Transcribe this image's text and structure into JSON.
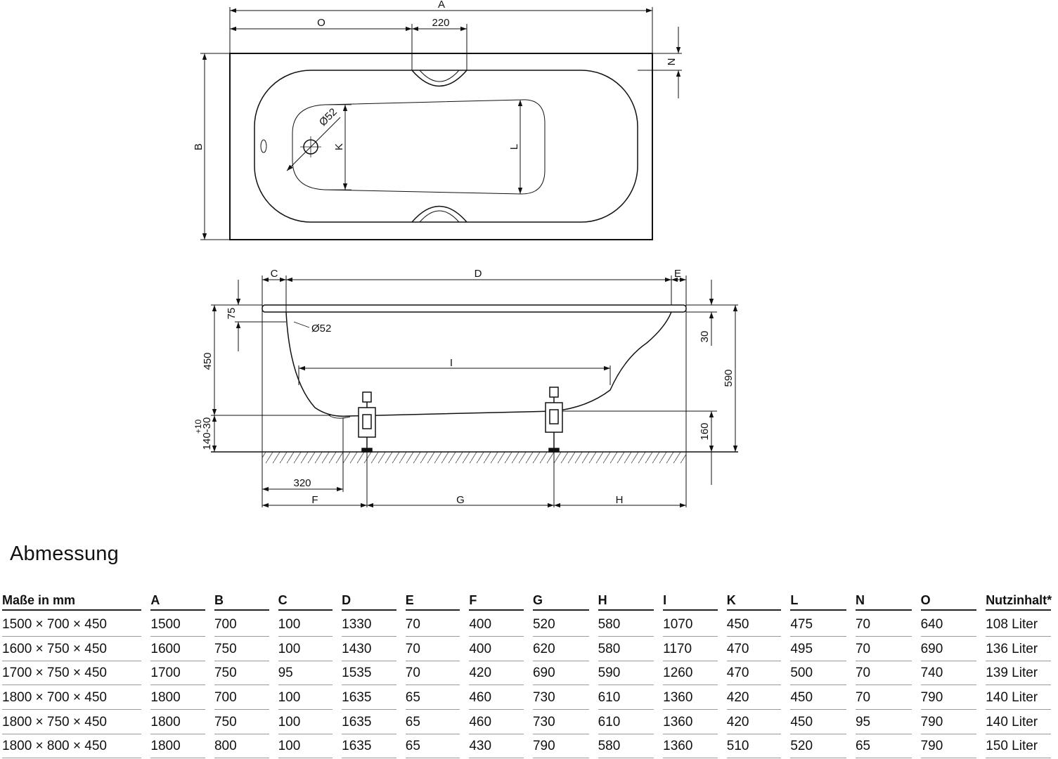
{
  "top_view": {
    "labels": {
      "A": "A",
      "O": "O",
      "hole_spacing": "220",
      "N": "N",
      "B": "B",
      "drain_dia": "Ø52",
      "K": "K",
      "L": "L"
    }
  },
  "side_view": {
    "labels": {
      "C": "C",
      "D": "D",
      "E": "E",
      "rim_75": "75",
      "overflow_dia": "Ø52",
      "depth_450": "450",
      "I": "I",
      "rim_30": "30",
      "total_590": "590",
      "adj_plus": "+10",
      "adj_range": "140-30",
      "foot_160": "160",
      "drain_offset_320": "320",
      "F": "F",
      "G": "G",
      "H": "H"
    }
  },
  "section_title": "Abmessung",
  "table": {
    "headers": [
      "Maße in mm",
      "A",
      "B",
      "C",
      "D",
      "E",
      "F",
      "G",
      "H",
      "I",
      "K",
      "L",
      "N",
      "O",
      "Nutzinhalt*"
    ],
    "rows": [
      [
        "1500 × 700 × 450",
        "1500",
        "700",
        "100",
        "1330",
        "70",
        "400",
        "520",
        "580",
        "1070",
        "450",
        "475",
        "70",
        "640",
        "108 Liter"
      ],
      [
        "1600 × 750 × 450",
        "1600",
        "750",
        "100",
        "1430",
        "70",
        "400",
        "620",
        "580",
        "1170",
        "470",
        "495",
        "70",
        "690",
        "136 Liter"
      ],
      [
        "1700 × 750 × 450",
        "1700",
        "750",
        "95",
        "1535",
        "70",
        "420",
        "690",
        "590",
        "1260",
        "470",
        "500",
        "70",
        "740",
        "139 Liter"
      ],
      [
        "1800 × 700 × 450",
        "1800",
        "700",
        "100",
        "1635",
        "65",
        "460",
        "730",
        "610",
        "1360",
        "420",
        "450",
        "70",
        "790",
        "140 Liter"
      ],
      [
        "1800 × 750 × 450",
        "1800",
        "750",
        "100",
        "1635",
        "65",
        "460",
        "730",
        "610",
        "1360",
        "420",
        "450",
        "95",
        "790",
        "140 Liter"
      ],
      [
        "1800 × 800 × 450",
        "1800",
        "800",
        "100",
        "1635",
        "65",
        "430",
        "790",
        "580",
        "1360",
        "510",
        "520",
        "65",
        "790",
        "150 Liter"
      ]
    ]
  }
}
